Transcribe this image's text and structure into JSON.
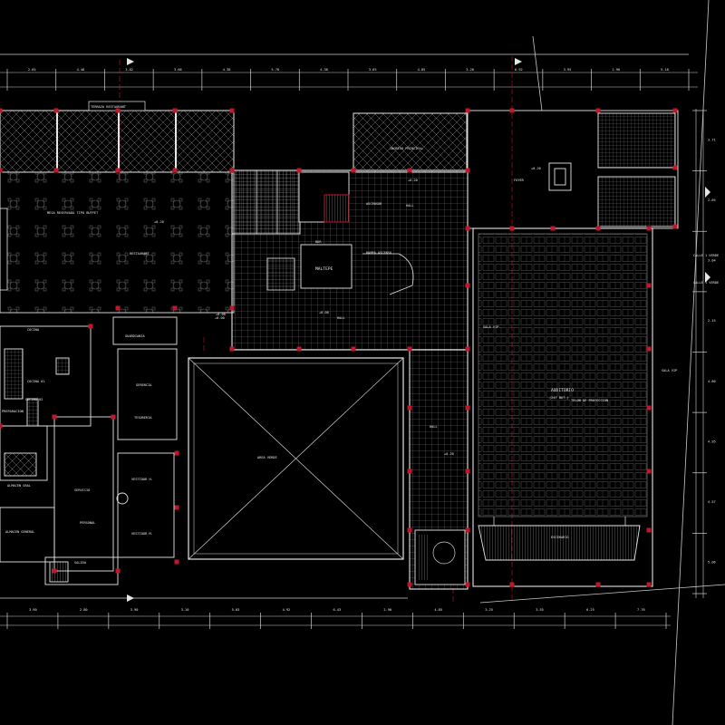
{
  "drawing": {
    "colors": {
      "background": "#000000",
      "wall": "#e6e6e6",
      "grid": "#8a8a8a",
      "column": "#c0182a",
      "axis": "#d01a2c",
      "dimension": "#dcdcdc"
    },
    "rooms": {
      "terrace_top": "TERRAZA RESTAURANT",
      "main_entrance": "INGRESO PRINCIPAL",
      "restaurant_note": "MESA RESERVADA TIPO BUFFET",
      "restaurant": "RESTAURANT",
      "hall": "HALL",
      "hall_middle": "HALL",
      "hall_lower": "HALL",
      "elevator": "ASCENSOR",
      "bar": "BAR",
      "mall": "MALTEPE",
      "ramp": "RAMPA ASCENSO",
      "foyer": "FOYER",
      "open_area": "AREA VERDE",
      "auditorium": "AUDITORIO",
      "auditorium_cap": "(247 BUT.)",
      "stage": "ESCENARIO",
      "stage_note": "TELON DE PROYECCION",
      "lounge_left": "SALA VIP",
      "lounge_right": "SALA VIP",
      "kitchen_head": "COCINA",
      "kitchen_prep": "PREPARACION",
      "kitchen_1": "COCINA 01",
      "kitchen_2": "COCINA 02",
      "office_1": "GERENCIA",
      "office_2": "TESORERIA",
      "storage": "ALMACEN GRAL",
      "storage_2": "ALMACEN GENERAL",
      "dressing_1": "VESTIDOR H.",
      "dressing_2": "VESTIDOR M.",
      "service": "SERVICIO",
      "personal": "PERSONAL",
      "guard": "GUARDIANIA",
      "exit": "SALIDA",
      "street_right": "CALLE 1 VERDE",
      "street_right_2": "CALLE 1 VERDE"
    },
    "levels": {
      "hall": "+0.20",
      "restaurant": "+0.20",
      "restaurant_lower": "+0.00",
      "hall_middle": "+0.00",
      "hall_lower": "+0.20",
      "foyer": "+0.20",
      "stair_top": "+0.00"
    },
    "dimensions": {
      "top": [
        "2.05",
        "4.48",
        "3.82",
        "3.66",
        "4.38",
        "5.70",
        "4.38",
        "3.65",
        "4.85",
        "3.20",
        "6.92",
        "3.95",
        "1.90",
        "5.18"
      ],
      "bottom": [
        "3.90",
        "2.80",
        "3.90",
        "3.10",
        "5.03",
        "4.92",
        "6.43",
        "2.90",
        "4.85",
        "3.25",
        "3.55",
        "6.25",
        "7.76"
      ],
      "right": [
        "3.71",
        "2.65",
        "3.04",
        "2.15",
        "4.80",
        "4.95",
        "4.57",
        "5.06"
      ]
    }
  }
}
